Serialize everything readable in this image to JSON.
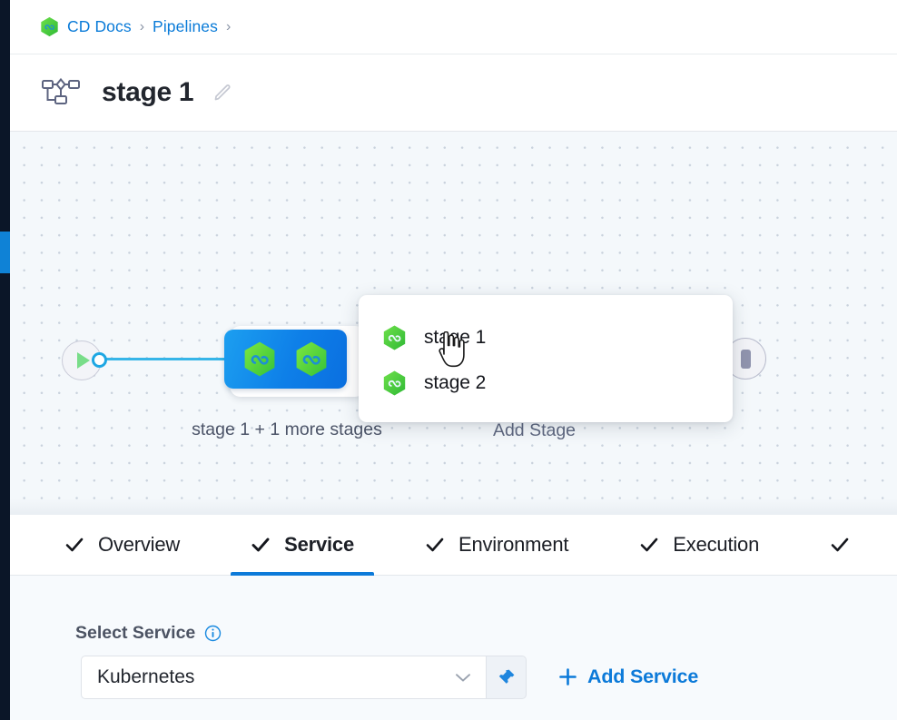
{
  "breadcrumb": {
    "logo_icon": "harness-hexagon-icon",
    "items": [
      {
        "label": "CD Docs",
        "sep": "›"
      },
      {
        "label": "Pipelines",
        "sep": "›"
      }
    ]
  },
  "header": {
    "flow_icon": "pipeline-flow-icon",
    "title": "stage 1",
    "edit_icon": "pencil-edit-icon"
  },
  "canvas": {
    "start_node": {
      "icon": "play-start-icon"
    },
    "stage_group": {
      "label": "stage 1 + 1 more stages",
      "icons": [
        "harness-hexagon-icon",
        "harness-hexagon-icon"
      ]
    },
    "add_stage_label": "Add Stage",
    "end_node": {
      "icon": "stop-end-icon"
    }
  },
  "stage_popup": {
    "items": [
      {
        "label": "stage 1",
        "icon": "harness-hexagon-icon"
      },
      {
        "label": "stage 2",
        "icon": "harness-hexagon-icon"
      }
    ],
    "cursor": "hand-pointer-cursor"
  },
  "tabs": [
    {
      "label": "Overview",
      "icon": "check-icon",
      "active": false
    },
    {
      "label": "Service",
      "icon": "check-icon",
      "active": true
    },
    {
      "label": "Environment",
      "icon": "check-icon",
      "active": false
    },
    {
      "label": "Execution",
      "icon": "check-icon",
      "active": false
    },
    {
      "label": "",
      "icon": "check-icon",
      "active": false
    }
  ],
  "form": {
    "select_service_label": "Select Service",
    "info_icon": "info-circle-icon",
    "service_value": "Kubernetes",
    "chevron_icon": "chevron-down-icon",
    "pin_icon": "pin-thumbtack-icon",
    "add_service_label": "Add Service",
    "plus_icon": "plus-icon"
  },
  "colors": {
    "accent_blue": "#0c7ad9",
    "link_blue": "#0a7bd8",
    "node_blue": "#0e7fe8",
    "harness_green": "#4fca3f",
    "rail_dark": "#0b1628"
  }
}
